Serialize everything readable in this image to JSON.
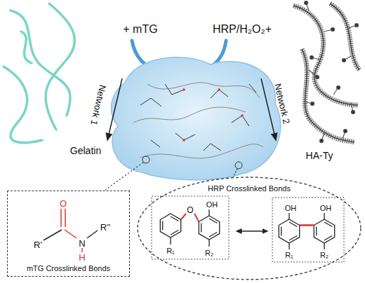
{
  "diagram": {
    "nodes": [
      {
        "text": [
          "mTG Crosslinked Bonds"
        ]
      },
      {
        "text": [
          "HRP Crosslinked Bonds"
        ]
      }
    ],
    "labels": [
      "+ mTG",
      "HRP/H₂O₂+",
      "Gelatin",
      "HA-Ty",
      "Network 1",
      "Network 2",
      "O",
      "H",
      "R'",
      "N",
      "R''",
      "O",
      "OH",
      "R₁",
      "R₂",
      "OH",
      "OH",
      "R₁",
      "R₂"
    ]
  }
}
